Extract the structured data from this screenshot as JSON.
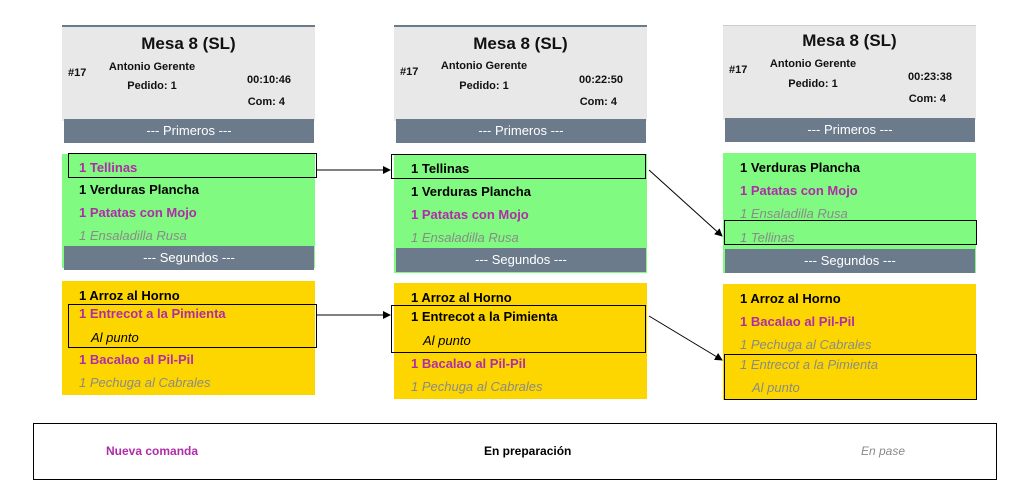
{
  "tickets": [
    {
      "title": "Mesa 8 (SL)",
      "number": "#17",
      "user": "Antonio Gerente",
      "order": "Pedido: 1",
      "time": "00:10:46",
      "diners": "Com: 4",
      "sections": [
        {
          "label": "--- Primeros ---",
          "items": [
            {
              "text": "1 Tellinas",
              "state": "new"
            },
            {
              "text": "1 Verduras Plancha",
              "state": "prep"
            },
            {
              "text": "1 Patatas con Mojo",
              "state": "new"
            },
            {
              "text": "1 Ensaladilla Rusa",
              "state": "pase"
            }
          ]
        },
        {
          "label": "--- Segundos ---",
          "items": [
            {
              "text": "1 Arroz al Horno",
              "state": "prep"
            },
            {
              "text": "1 Entrecot a la Pimienta",
              "state": "new"
            },
            {
              "text": "Al punto",
              "state": "note"
            },
            {
              "text": "1 Bacalao al Pil-Pil",
              "state": "new"
            },
            {
              "text": "1 Pechuga al Cabrales",
              "state": "pase"
            }
          ]
        }
      ]
    },
    {
      "title": "Mesa 8 (SL)",
      "number": "#17",
      "user": "Antonio Gerente",
      "order": "Pedido: 1",
      "time": "00:22:50",
      "diners": "Com: 4",
      "sections": [
        {
          "label": "--- Primeros ---",
          "items": [
            {
              "text": "1 Tellinas",
              "state": "prep"
            },
            {
              "text": "1 Verduras Plancha",
              "state": "prep"
            },
            {
              "text": "1 Patatas con Mojo",
              "state": "new"
            },
            {
              "text": "1 Ensaladilla Rusa",
              "state": "pase"
            }
          ]
        },
        {
          "label": "--- Segundos ---",
          "items": [
            {
              "text": "1 Arroz al Horno",
              "state": "prep"
            },
            {
              "text": "1 Entrecot a la Pimienta",
              "state": "prep"
            },
            {
              "text": "Al punto",
              "state": "note"
            },
            {
              "text": "1 Bacalao al Pil-Pil",
              "state": "new"
            },
            {
              "text": "1 Pechuga al Cabrales",
              "state": "pase"
            }
          ]
        }
      ]
    },
    {
      "title": "Mesa 8 (SL)",
      "number": "#17",
      "user": "Antonio Gerente",
      "order": "Pedido: 1",
      "time": "00:23:38",
      "diners": "Com: 4",
      "sections": [
        {
          "label": "--- Primeros ---",
          "items": [
            {
              "text": "1 Verduras Plancha",
              "state": "prep"
            },
            {
              "text": "1 Patatas con Mojo",
              "state": "new"
            },
            {
              "text": "1 Ensaladilla Rusa",
              "state": "pase"
            },
            {
              "text": "1 Tellinas",
              "state": "pase"
            }
          ]
        },
        {
          "label": "--- Segundos ---",
          "items": [
            {
              "text": "1 Arroz al Horno",
              "state": "prep"
            },
            {
              "text": "1 Bacalao al Pil-Pil",
              "state": "new"
            },
            {
              "text": "1 Pechuga al Cabrales",
              "state": "pase"
            },
            {
              "text": "1 Entrecot a la Pimienta",
              "state": "pase"
            },
            {
              "text": "Al punto",
              "state": "note-pase"
            }
          ]
        }
      ]
    }
  ],
  "legend": {
    "new": "Nueva comanda",
    "prep": "En preparación",
    "pase": "En pase"
  },
  "colors": {
    "new_text": "#b02ca8",
    "pase_text": "#8a8a8a",
    "primeros_bg": "#80fa80",
    "segundos_bg": "#fdd600",
    "section_header_bg": "#6b7b8c"
  }
}
